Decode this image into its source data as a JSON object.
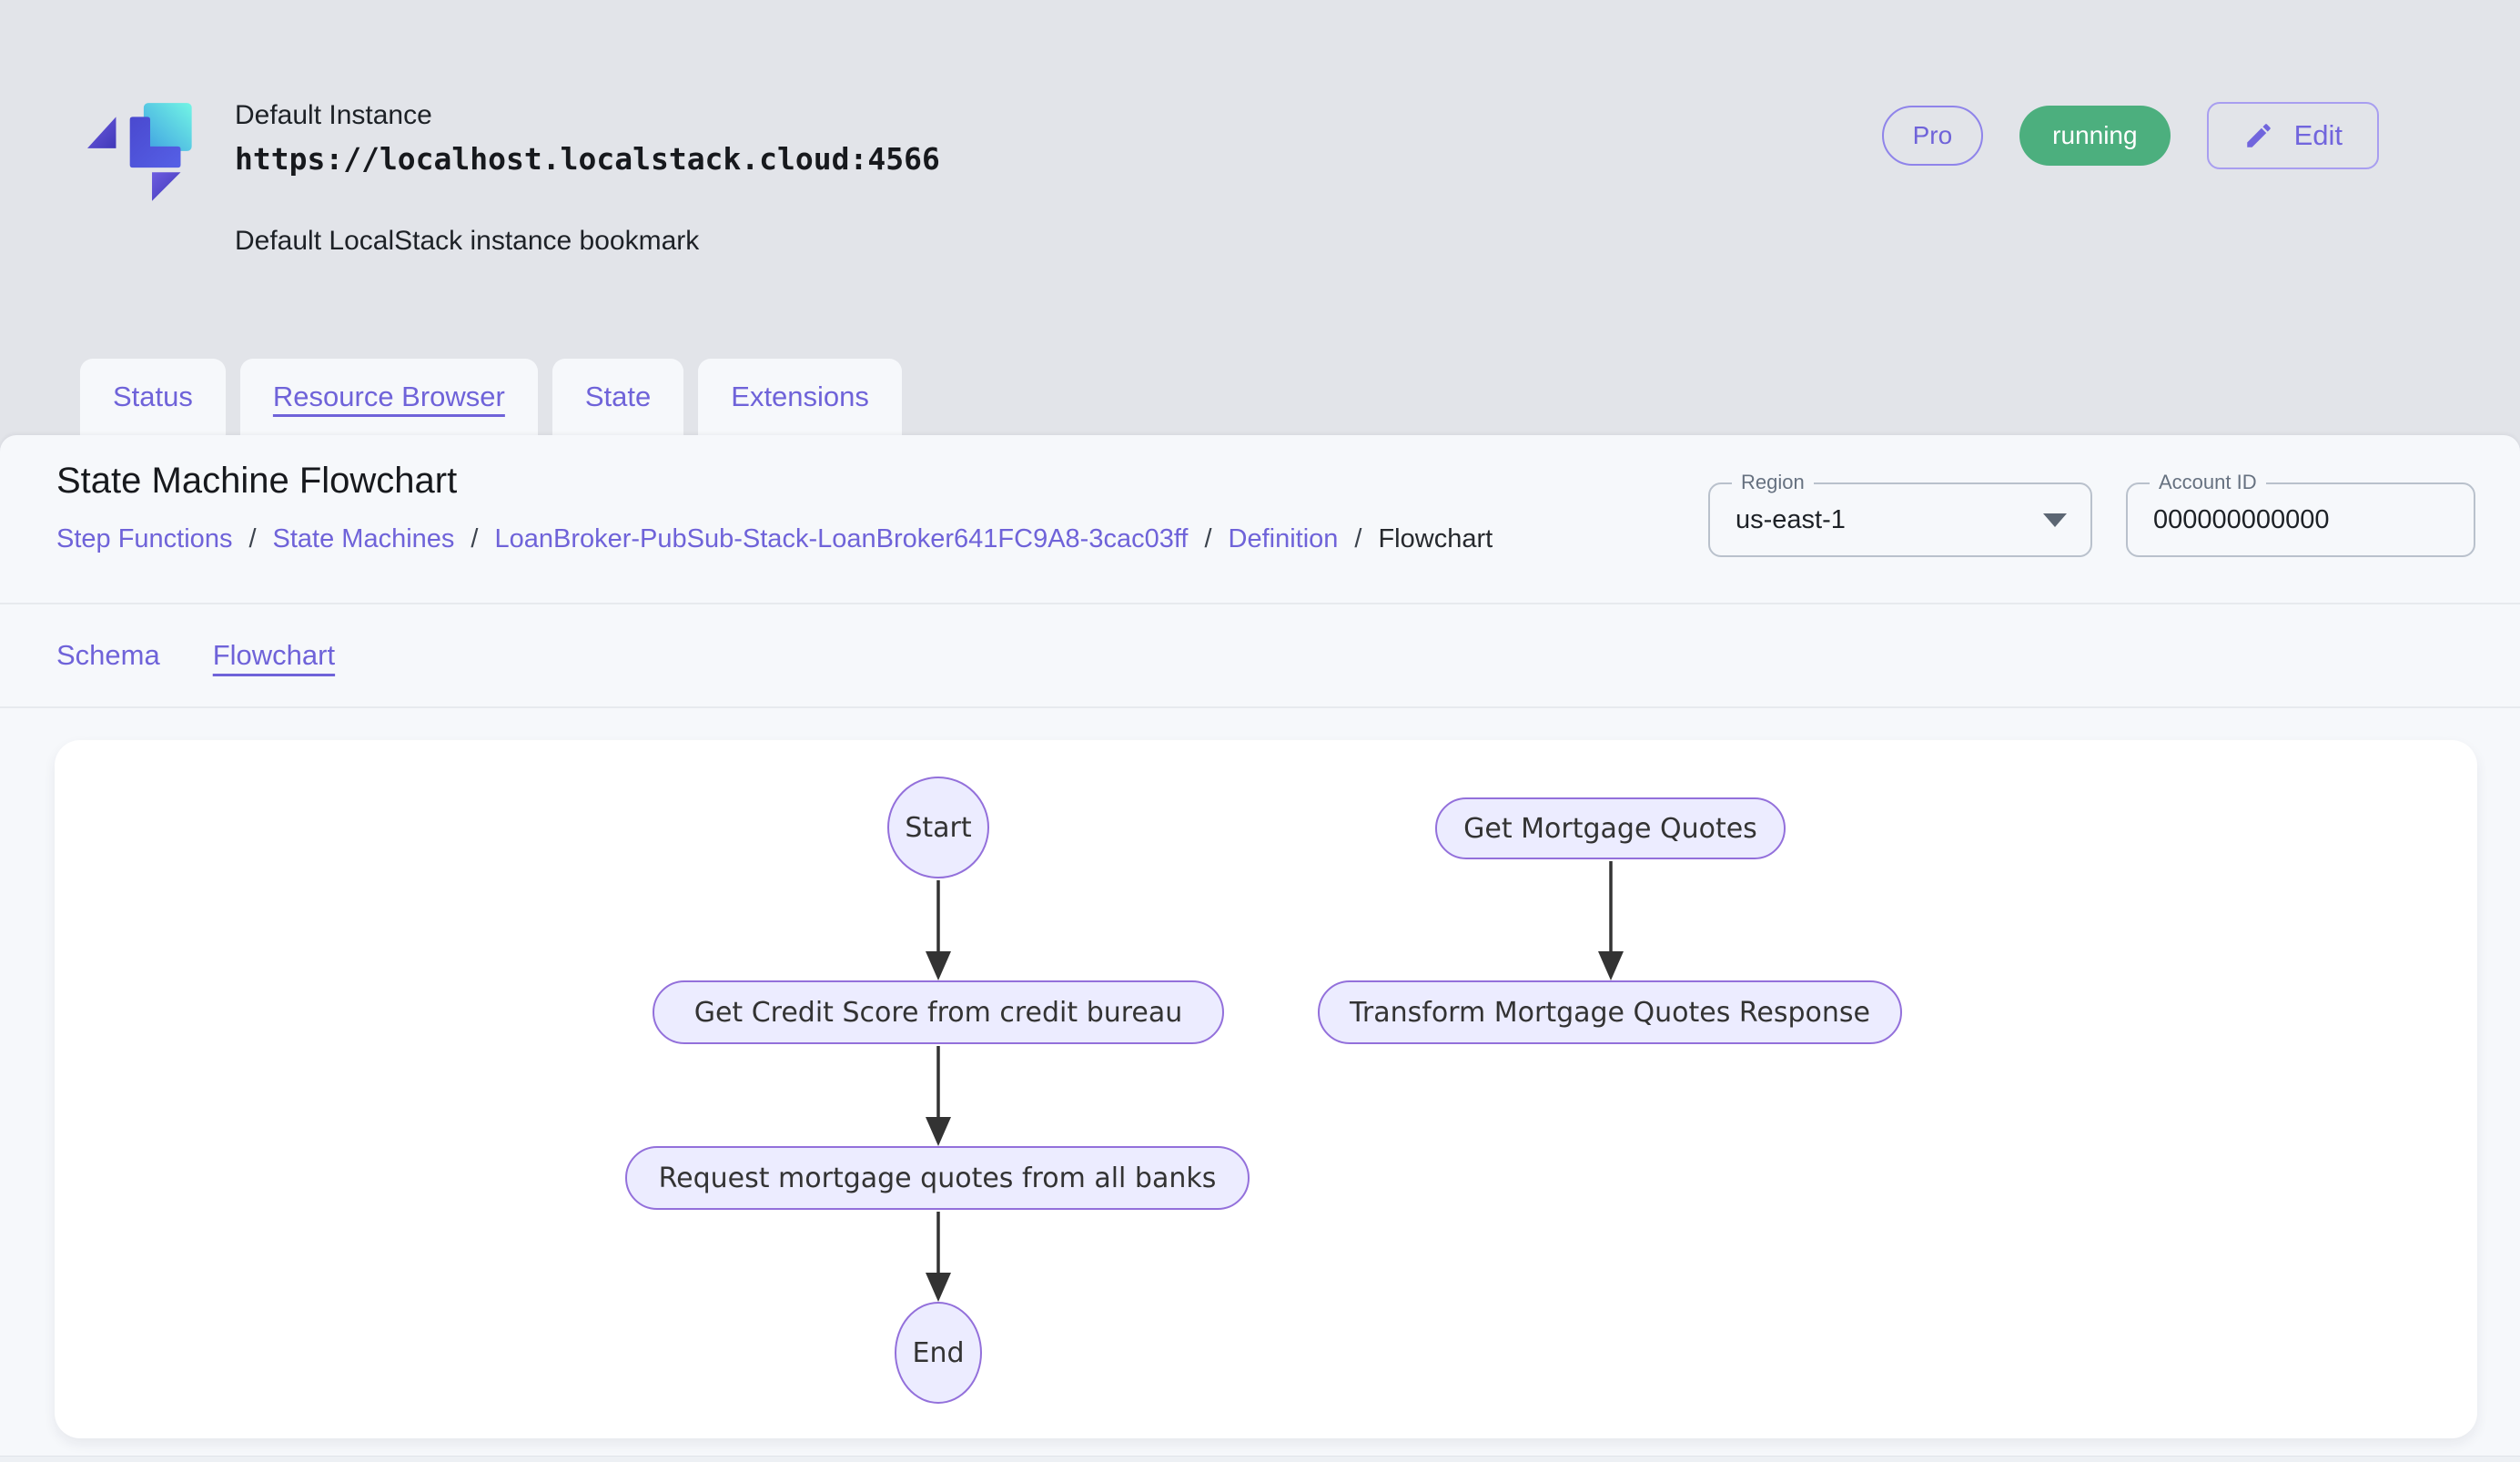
{
  "instance_header": {
    "name": "Default Instance",
    "url": "https://localhost.localstack.cloud:4566",
    "description": "Default LocalStack instance bookmark",
    "pro_badge": "Pro",
    "status_badge": "running",
    "edit_button": "Edit"
  },
  "main_tabs": {
    "status": "Status",
    "resource_browser": "Resource Browser",
    "state": "State",
    "extensions": "Extensions"
  },
  "resource_browser": {
    "title": "State Machine Flowchart",
    "breadcrumb": {
      "separator": "/",
      "items": [
        {
          "label": "Step Functions"
        },
        {
          "label": "State Machines"
        },
        {
          "label": "LoanBroker-PubSub-Stack-LoanBroker641FC9A8-3cac03ff"
        },
        {
          "label": "Definition"
        },
        {
          "label": "Flowchart"
        }
      ]
    },
    "region_select": {
      "label": "Region",
      "value": "us-east-1"
    },
    "account_field": {
      "label": "Account ID",
      "value": "000000000000"
    },
    "view_tabs": {
      "schema": "Schema",
      "flowchart": "Flowchart"
    }
  },
  "flowchart": {
    "nodes": [
      {
        "id": "start",
        "type": "circle",
        "label": "Start"
      },
      {
        "id": "get-credit-score",
        "type": "stadium",
        "label": "Get Credit Score from credit bureau"
      },
      {
        "id": "request-quotes",
        "type": "stadium",
        "label": "Request mortgage quotes from all banks"
      },
      {
        "id": "end",
        "type": "circle",
        "label": "End"
      },
      {
        "id": "get-mortgage-quotes",
        "type": "stadium",
        "label": "Get Mortgage Quotes"
      },
      {
        "id": "transform-response",
        "type": "stadium",
        "label": "Transform Mortgage Quotes Response"
      }
    ],
    "edges": [
      {
        "from": "start",
        "to": "get-credit-score"
      },
      {
        "from": "get-credit-score",
        "to": "request-quotes"
      },
      {
        "from": "request-quotes",
        "to": "end"
      },
      {
        "from": "get-mortgage-quotes",
        "to": "transform-response"
      }
    ],
    "colors": {
      "node_fill": "#ECECFF",
      "node_border": "#9370DB",
      "arrow": "#333333"
    }
  },
  "colors": {
    "accent": "#6f63d9",
    "status_green": "#4caf7e",
    "page_bg": "#e2e4e9",
    "panel_bg": "#f6f8fb"
  }
}
